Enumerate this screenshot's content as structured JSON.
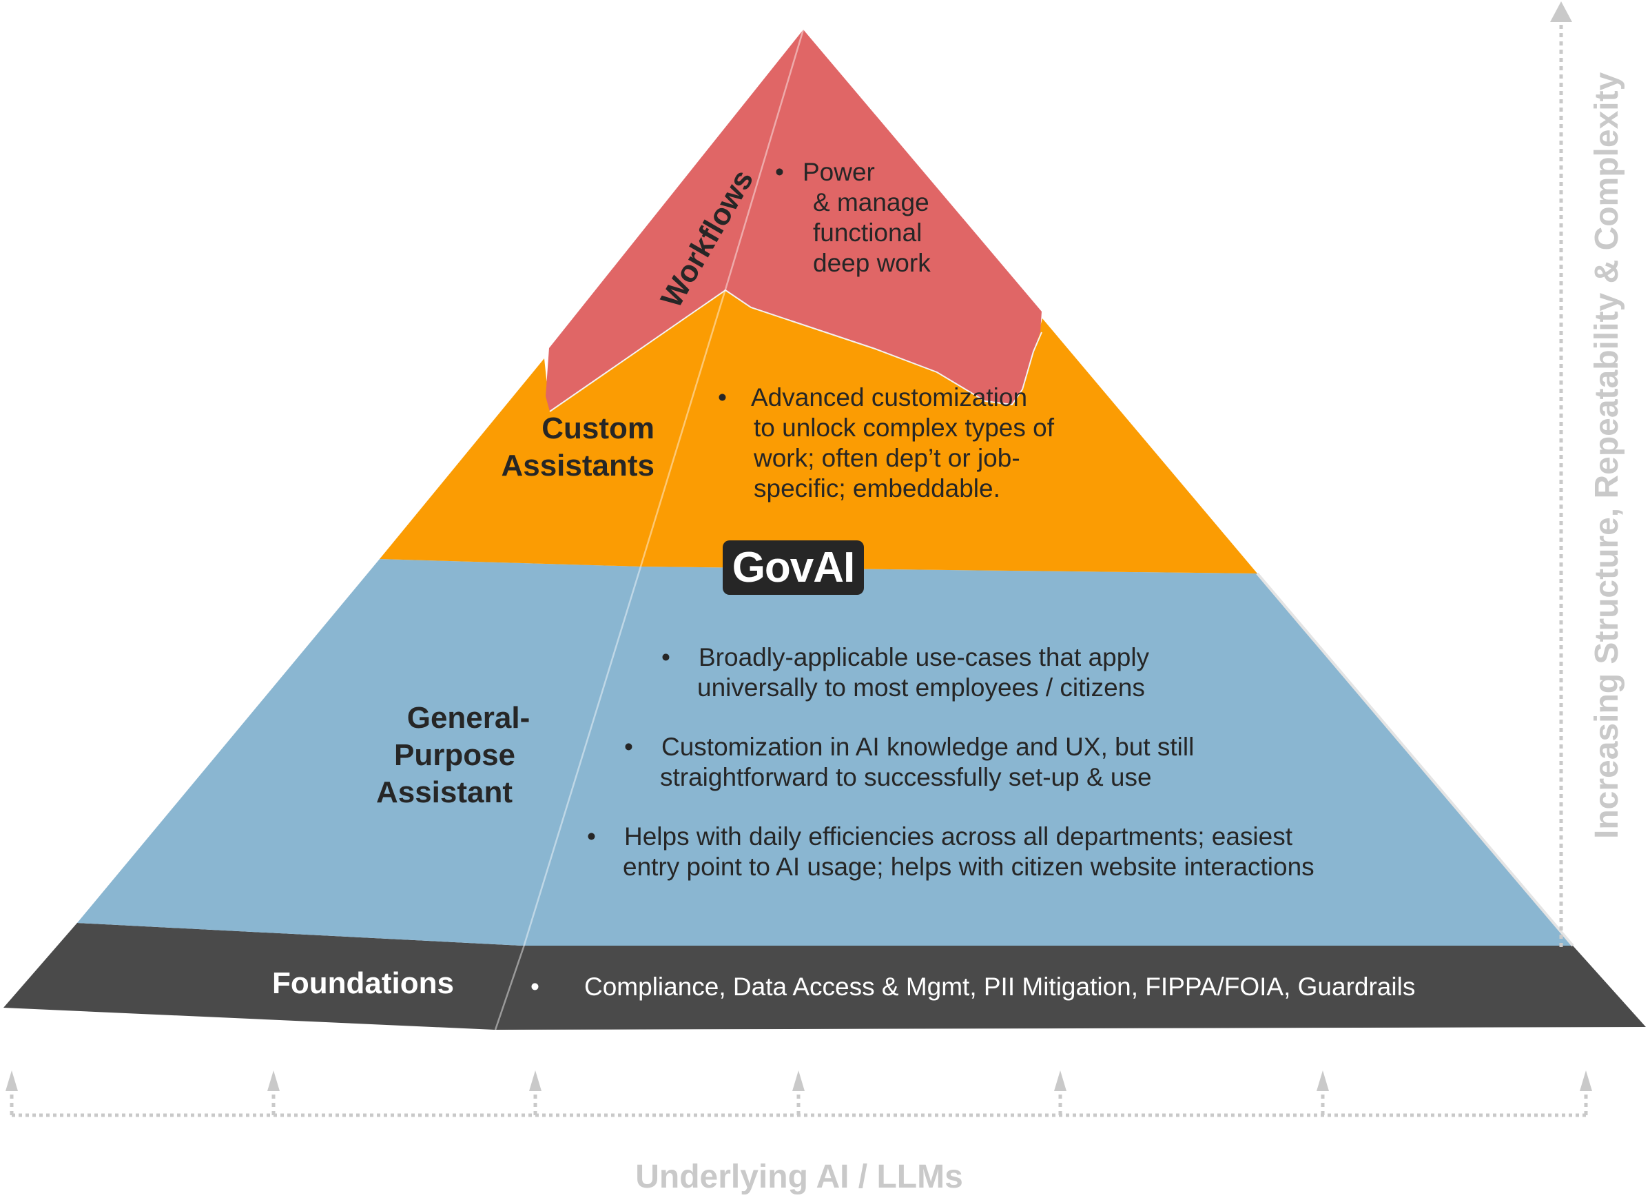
{
  "title": "GovAI capability pyramid",
  "brand": {
    "name": "GovAI"
  },
  "colors": {
    "workflows": "#e06666",
    "custom_assistants": "#fb9c03",
    "general_purpose": "#8ab6d1",
    "foundations": "#4a4a4a",
    "axis": "#c9c9c9",
    "text_dark": "#262626"
  },
  "layers": {
    "workflows": {
      "label": "Workflows",
      "bullets": [
        "Power",
        "& manage",
        "functional",
        "deep work"
      ]
    },
    "custom_assistants": {
      "label_line1": "Custom",
      "label_line2": "Assistants",
      "bullet_lines": [
        "Advanced customization",
        "to unlock complex types of",
        "work; often dep’t or job-",
        "specific; embeddable."
      ]
    },
    "general_purpose": {
      "label_line1": "General-",
      "label_line2": "Purpose",
      "label_line3": "Assistant",
      "bullets": [
        {
          "line1": "Broadly-applicable use-cases that apply",
          "line2": "universally to most employees / citizens"
        },
        {
          "line1": "Customization in AI knowledge and UX, but still",
          "line2": "straightforward to successfully set-up & use"
        },
        {
          "line1": "Helps with daily efficiencies across all departments; easiest",
          "line2": "entry point to AI usage; helps with citizen website interactions"
        }
      ]
    },
    "foundations": {
      "label": "Foundations",
      "bullet": "Compliance, Data Access & Mgmt, PII Mitigation, FIPPA/FOIA, Guardrails"
    }
  },
  "bullet_char": "•",
  "axes": {
    "x_label": "Underlying AI / LLMs",
    "y_label": "Increasing Structure, Repeatability & Complexity"
  }
}
